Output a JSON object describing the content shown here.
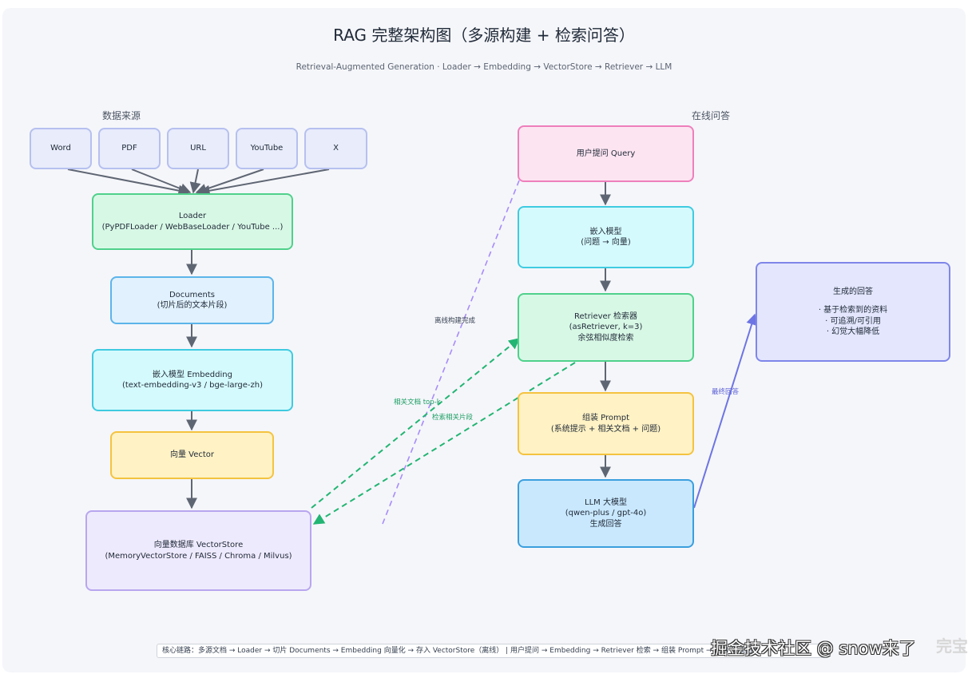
{
  "title": "RAG 完整架构图（多源构建 + 检索问答）",
  "subtitle": "Retrieval-Augmented Generation · Loader → Embedding → VectorStore → Retriever → LLM",
  "sections": {
    "sources": "数据来源",
    "online": "在线问答"
  },
  "sources": [
    "Word",
    "PDF",
    "URL",
    "YouTube",
    "X"
  ],
  "nodes": {
    "loader": [
      "Loader",
      "(PyPDFLoader / WebBaseLoader / YouTube ...)"
    ],
    "documents": [
      "Documents",
      "(切片后的文本片段)"
    ],
    "embedding": [
      "嵌入模型 Embedding",
      "(text-embedding-v3 / bge-large-zh)"
    ],
    "vector": [
      "向量 Vector"
    ],
    "vectorstore": [
      "向量数据库 VectorStore",
      "(MemoryVectorStore / FAISS / Chroma / Milvus)"
    ],
    "query": [
      "用户提问 Query"
    ],
    "q_embed": [
      "嵌入模型",
      "(问题 → 向量)"
    ],
    "retriever": [
      "Retriever 检索器",
      "(asRetriever, k=3)",
      "余弦相似度检索"
    ],
    "prompt": [
      "组装 Prompt",
      "(系统提示 + 相关文档 + 问题)"
    ],
    "llm": [
      "LLM 大模型",
      "(qwen-plus / gpt-4o)",
      "生成回答"
    ],
    "answer": [
      "生成的回答",
      "",
      "· 基于检索到的资料",
      "· 可追溯/可引用",
      "· 幻觉大幅降低"
    ]
  },
  "edge_labels": {
    "offline_done": "离线构建完成",
    "topk": "相关文档 top-k",
    "search": "检索相关片段",
    "final": "最终回答"
  },
  "colors": {
    "arrow": "#5f6673",
    "dashed_green": "#22b573",
    "dashed_purple": "#a78bfa",
    "final_edge": "#6d74e3"
  },
  "footer": "核心链路：多源文档 → Loader → 切片 Documents → Embedding 向量化 → 存入 VectorStore（离线） | 用户提问 → Embedding → Retriever 检索 → 组装 Prompt → LLM 生成回答",
  "watermark": "掘金技术社区 @ snow来了",
  "corner_mark": "完宝 AI生"
}
